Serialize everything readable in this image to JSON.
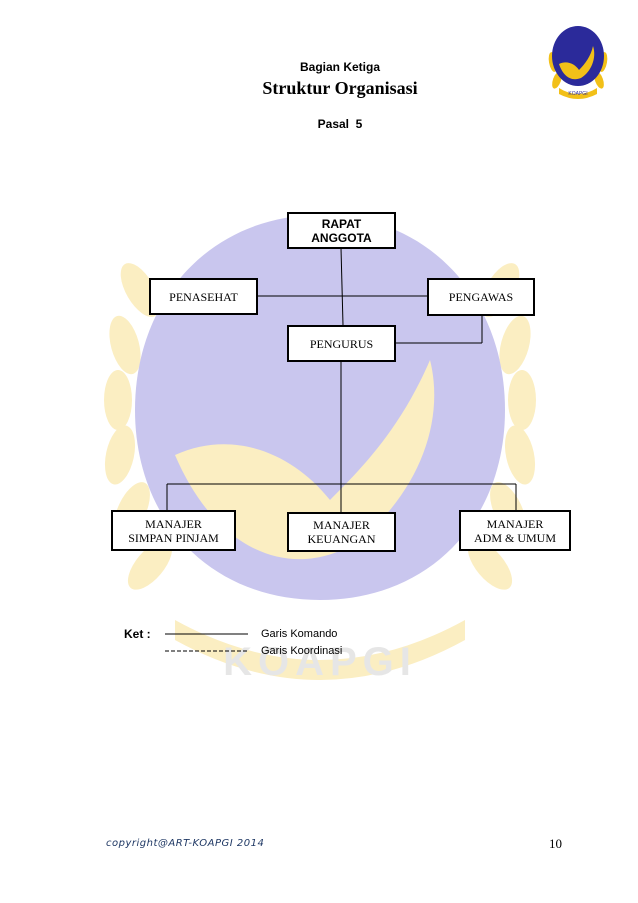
{
  "colors": {
    "watermark_blue": "#c9c6ee",
    "watermark_yellow": "#fbeec2",
    "logo_blue": "#2b2a9a",
    "logo_yellow": "#f2c018",
    "footer_text": "#1f3864"
  },
  "header": {
    "sub_heading": "Bagian Ketiga",
    "main_heading": "Struktur Organisasi",
    "article": "Pasal  5"
  },
  "logo": {
    "icon": "koapgi-logo-icon",
    "text": "KOAPGI"
  },
  "watermark": {
    "text": "KOAPGI"
  },
  "org_chart": {
    "rapat_anggota": {
      "line1": "RAPAT",
      "line2": "ANGGOTA"
    },
    "penasehat": "PENASEHAT",
    "pengawas": "PENGAWAS",
    "pengurus": "PENGURUS",
    "manajer_simpan_pinjam": {
      "line1": "MANAJER",
      "line2": "SIMPAN PINJAM"
    },
    "manajer_keuangan": {
      "line1": "MANAJER",
      "line2": "KEUANGAN"
    },
    "manajer_adm_umum": {
      "line1": "MANAJER",
      "line2": "ADM & UMUM"
    }
  },
  "legend": {
    "label": "Ket :",
    "solid_line": "Garis Komando",
    "dashed_line": "Garis Koordinasi"
  },
  "footer": {
    "copyright": "copyright@ART-KOAPGI 2014",
    "page_number": "10"
  }
}
